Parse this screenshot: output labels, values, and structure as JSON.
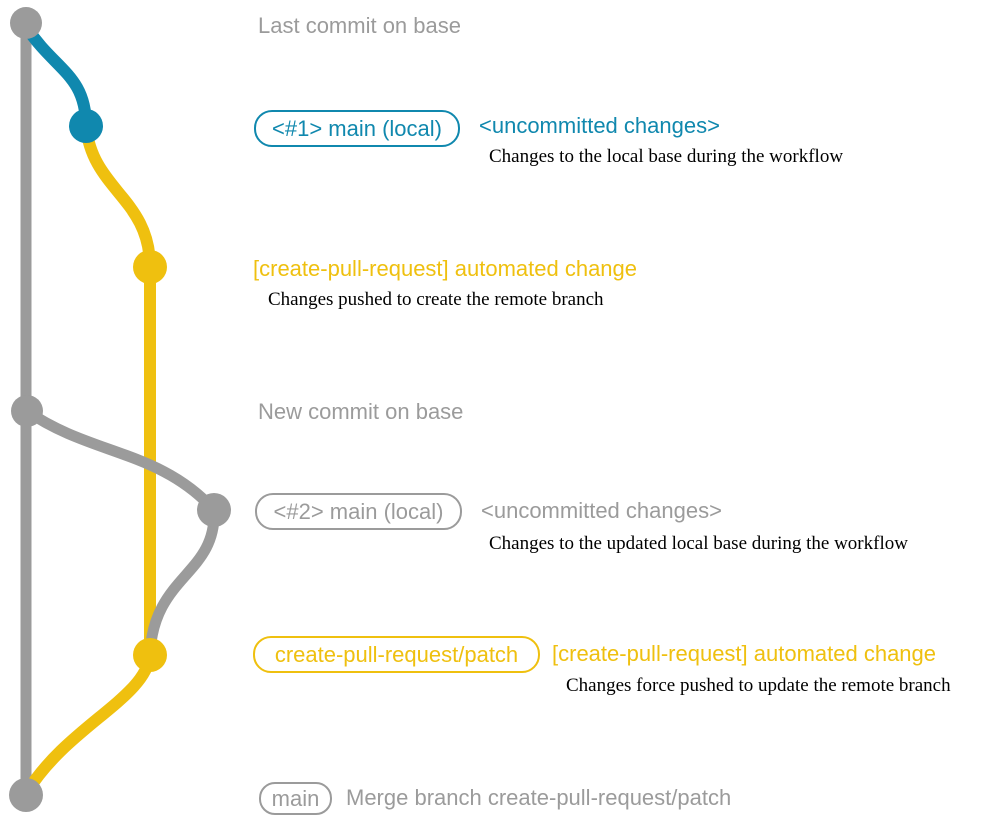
{
  "colors": {
    "teal": "#1088AE",
    "yellow": "#EFC00F",
    "gray": "#9B9B9B",
    "note": "#000000",
    "background": "#FFFFFF"
  },
  "graph": {
    "description": "Git commit graph for the create-pull-request workflow",
    "branches": [
      {
        "name": "base",
        "color": "gray"
      },
      {
        "name": "local main",
        "colors": [
          "teal",
          "gray"
        ]
      },
      {
        "name": "create-pull-request/patch",
        "color": "yellow"
      }
    ],
    "nodes": [
      {
        "id": "last-commit-on-base",
        "color": "gray"
      },
      {
        "id": "main-local-1",
        "color": "teal"
      },
      {
        "id": "automated-change-1",
        "color": "yellow"
      },
      {
        "id": "new-commit-on-base",
        "color": "gray"
      },
      {
        "id": "main-local-2",
        "color": "gray"
      },
      {
        "id": "automated-change-2",
        "color": "yellow"
      },
      {
        "id": "merge-commit",
        "color": "gray"
      }
    ]
  },
  "rows": {
    "last_commit": {
      "text": "Last commit on base"
    },
    "main1": {
      "badge": "<#1> main (local)",
      "status": "<uncommitted changes>",
      "note": "Changes to the local base during the workflow"
    },
    "cpr1": {
      "title": "[create-pull-request] automated change",
      "note": "Changes pushed to create the remote branch"
    },
    "new_commit": {
      "text": "New commit on base"
    },
    "main2": {
      "badge": "<#2> main (local)",
      "status": "<uncommitted changes>",
      "note": "Changes to the updated local base during the workflow"
    },
    "cpr2": {
      "badge": "create-pull-request/patch",
      "title": "[create-pull-request] automated change",
      "note": "Changes force pushed to update the remote branch"
    },
    "merge": {
      "badge": "main",
      "text": "Merge branch create-pull-request/patch"
    }
  }
}
